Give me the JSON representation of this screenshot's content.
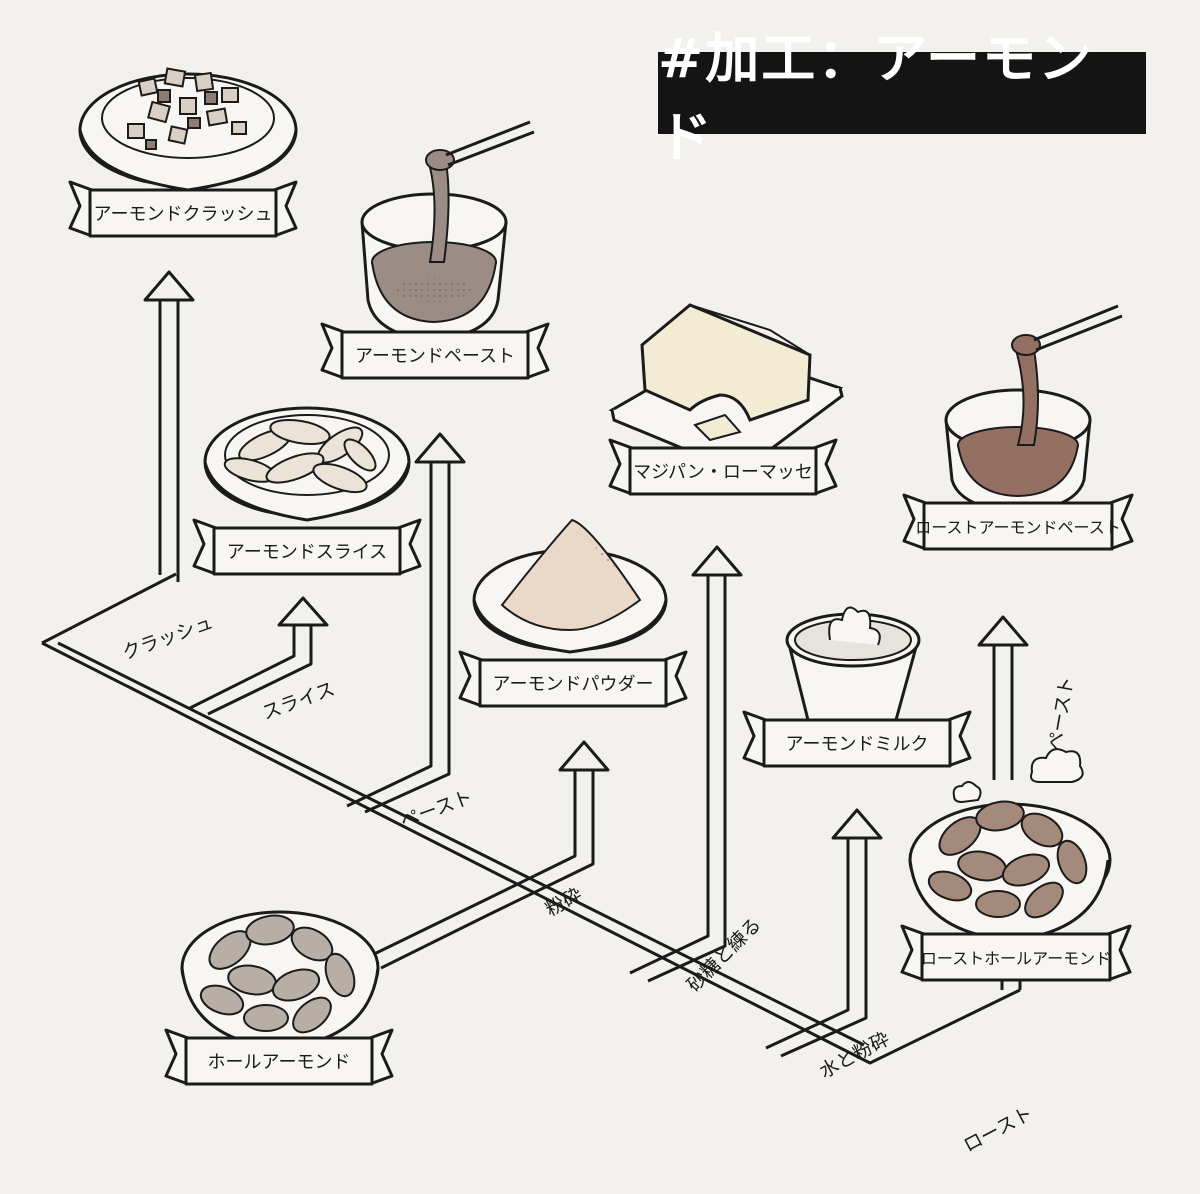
{
  "title": "#加工：アーモンド",
  "colors": {
    "background": "#f2f1ed",
    "ink": "#1b1b1b",
    "title_bg": "#141414",
    "title_text": "#ffffff",
    "almond_raw": "#b7aea6",
    "almond_roast": "#a38a7a",
    "paste_light": "#9b8d85",
    "paste_roast": "#937062",
    "powder": "#ead8c8",
    "marzipan": "#f3ecd4"
  },
  "products": {
    "whole_almond": "ホールアーモンド",
    "almond_crush": "アーモンドクラッシュ",
    "almond_slice": "アーモンドスライス",
    "almond_paste": "アーモンドペースト",
    "almond_powder": "アーモンドパウダー",
    "marzipan": "マジパン・ローマッセ",
    "almond_milk": "アーモンドミルク",
    "roast_whole_almond": "ローストホールアーモンド",
    "roast_almond_paste": "ローストアーモンドペースト"
  },
  "processes": {
    "crush": "クラッシュ",
    "slice": "スライス",
    "paste": "ペースト",
    "grind": "粉砕",
    "knead_sugar": "砂糖と練る",
    "grind_water": "水と粉砕",
    "roast": "ロースト",
    "paste_roast": "ペースト"
  },
  "icons": {
    "arrow": "arrow-up-icon",
    "steam": "steam-icon"
  }
}
